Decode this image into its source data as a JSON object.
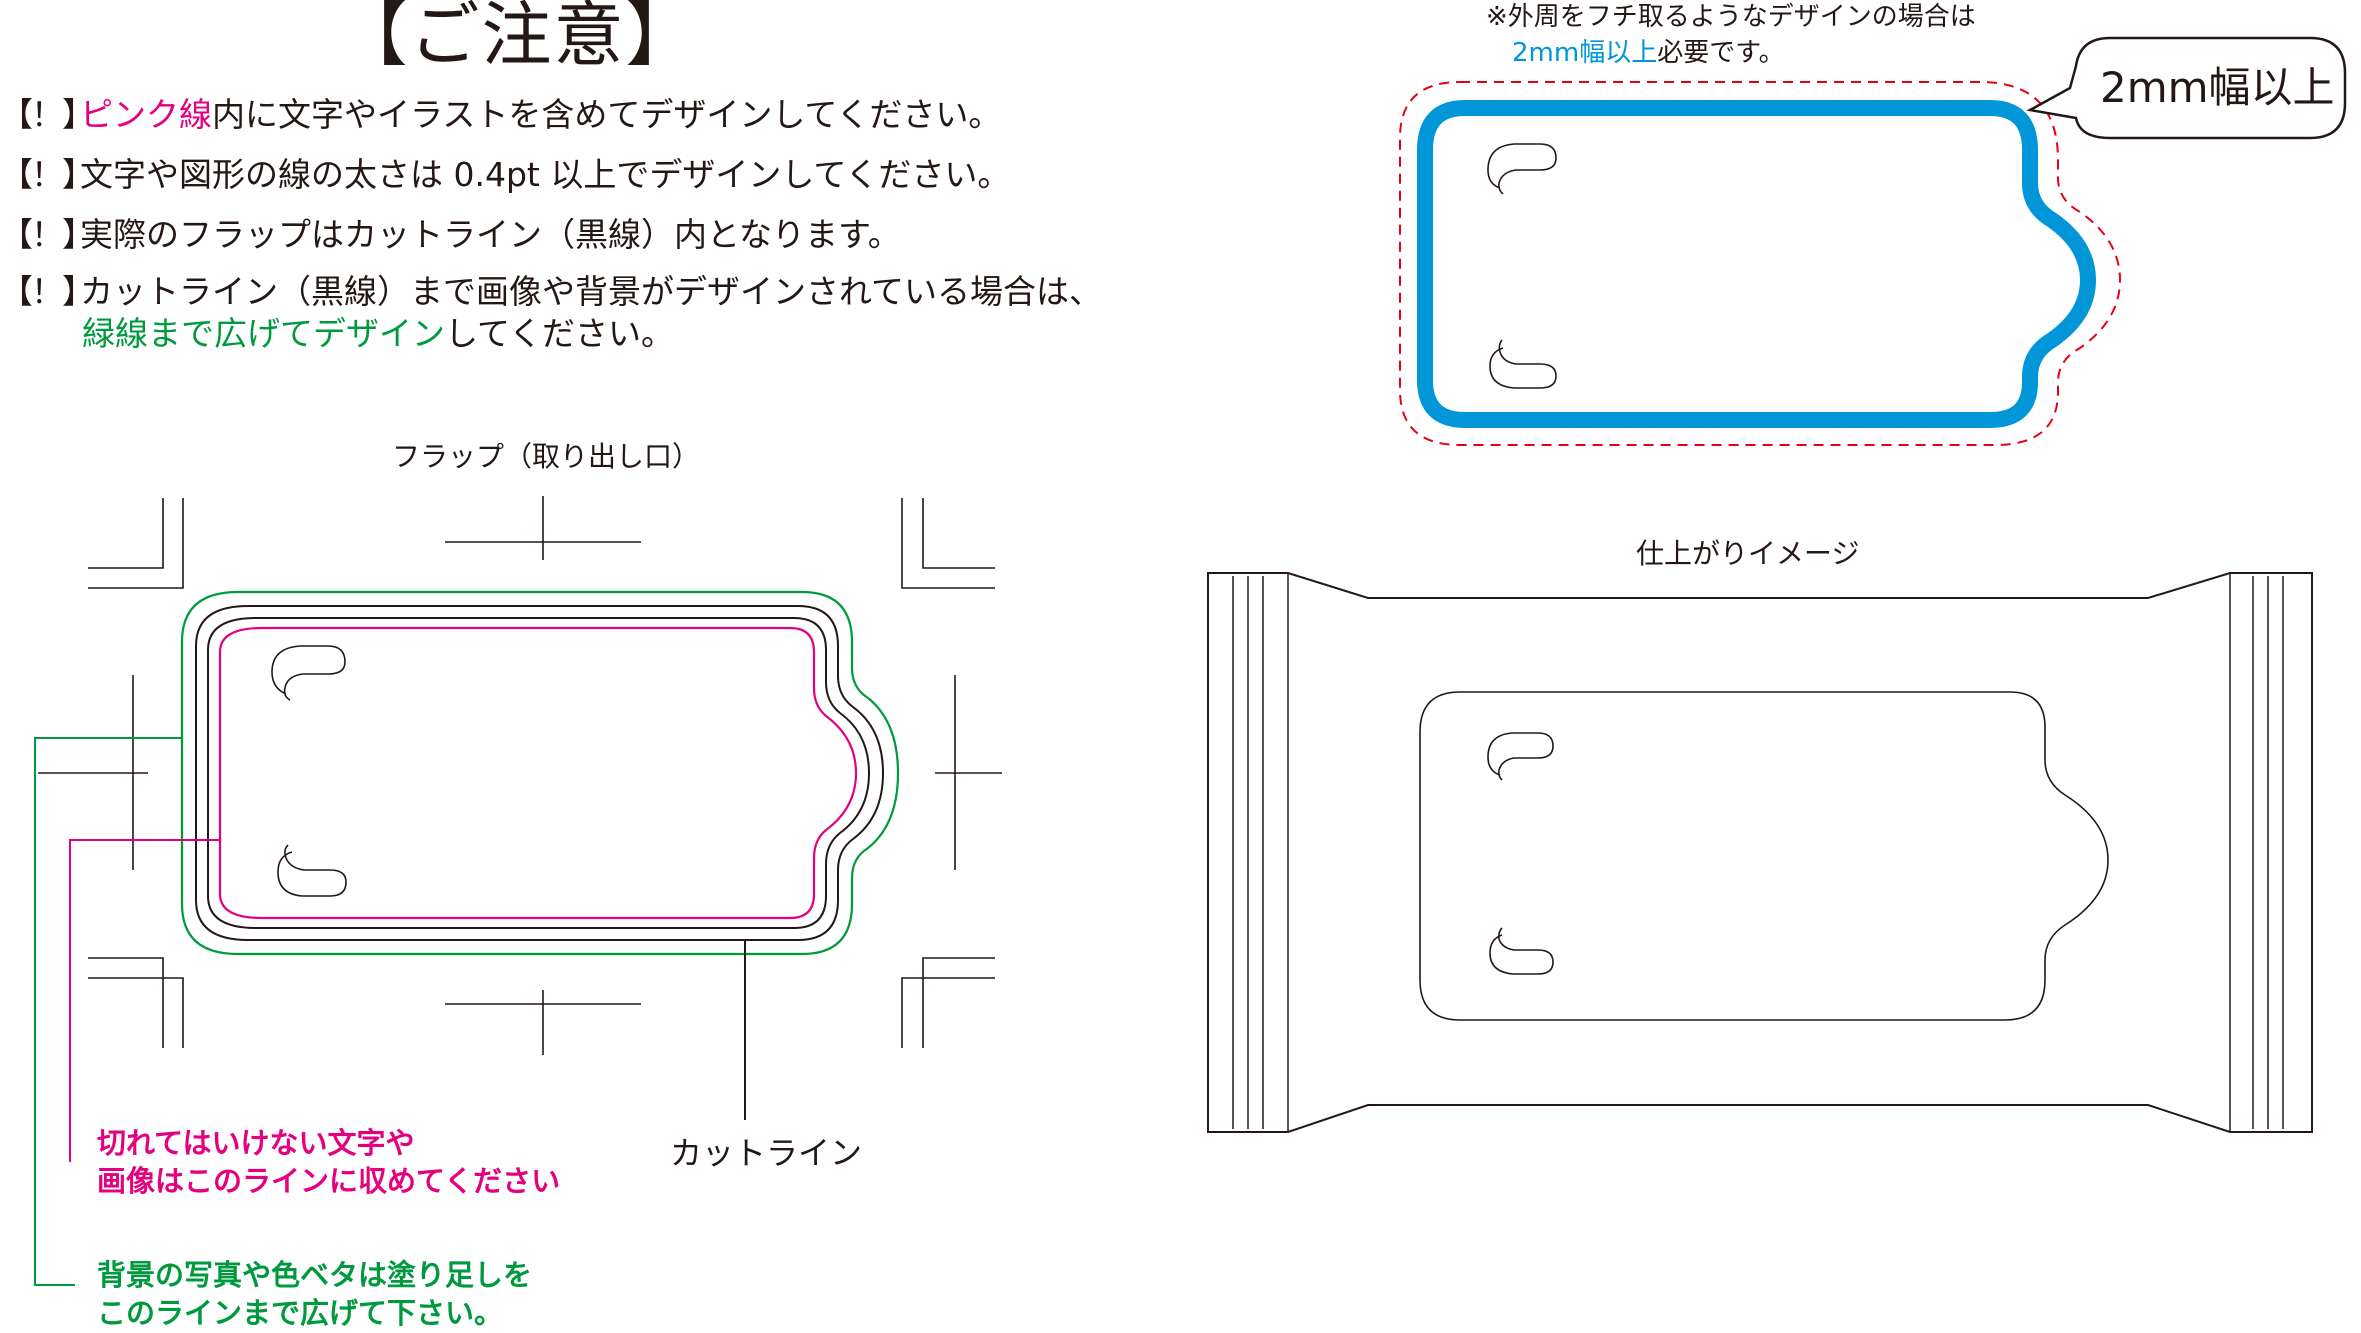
{
  "title": "【ご注意】",
  "notes": [
    {
      "mark": "【！】",
      "highlight": "ピンク線",
      "text": "内に文字やイラストを含めてデザインしてください。"
    },
    {
      "mark": "【！】",
      "highlight": "",
      "text": "文字や図形の線の太さは 0.4pt 以上でデザインしてください。"
    },
    {
      "mark": "【！】",
      "highlight": "",
      "text": "実際のフラップはカットライン（黒線）内となります。"
    },
    {
      "mark": "【！】",
      "highlight": "",
      "text": "カットライン（黒線）まで画像や背景がデザインされている場合は、"
    }
  ],
  "note4_cont": {
    "highlight": "緑線まで広げてデザイン",
    "text": "してください。"
  },
  "flap_caption": "フラップ（取り出し口）",
  "cutline_label": "カットライン",
  "pink_label": [
    "切れてはいけない文字や",
    "画像はこのラインに収めてください"
  ],
  "green_label": [
    "背景の写真や色ベタは塗り足しを",
    "このラインまで広げて下さい。"
  ],
  "border_note": {
    "line1": "※外周をフチ取るようなデザインの場合は",
    "line2_highlight": "2mm幅以上",
    "line2_rest": "必要です。"
  },
  "bubble_text": "2mm幅以上",
  "result_caption": "仕上がりイメージ",
  "colors": {
    "pink": "#e4007f",
    "green": "#009a3e",
    "blue": "#0096d8",
    "red_dashed": "#e60012",
    "ink": "#231815"
  }
}
